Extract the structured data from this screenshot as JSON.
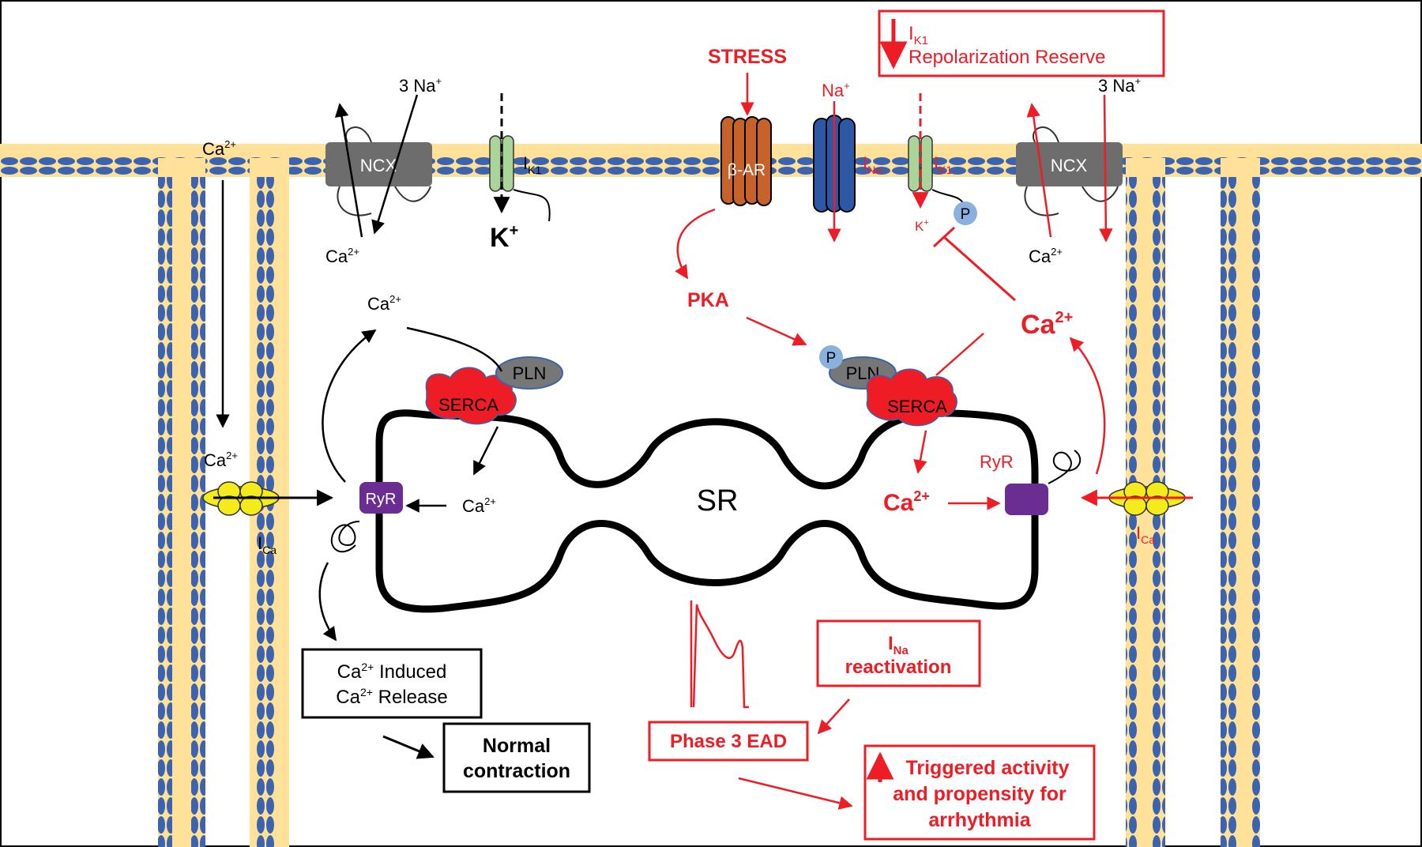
{
  "labels": {
    "ca_top_left": "Ca",
    "three_na_left": "3 Na",
    "ca_ncx_left": "Ca",
    "k_ion": "K",
    "ik1_left": "I",
    "ik1_left_sub": "K1",
    "ncx_left": "NCX",
    "ca_cytosol_left": "Ca",
    "ca_membrane_left": "Ca",
    "ica_left": "I",
    "ica_left_sub": "Ca",
    "ryr_left": "RyR",
    "ca_sr_left": "Ca",
    "pln_left": "PLN",
    "serca_left": "SERCA",
    "sr": "SR",
    "stress": "STRESS",
    "beta_ar": "β-AR",
    "na_plus": "Na",
    "ina": "I",
    "ina_sub": "Na",
    "ik1_right": "I",
    "ik1_right_sub": "K1",
    "k_right": "K",
    "p_channel": "P",
    "ncx_right": "NCX",
    "three_na_right": "3 Na",
    "ca_ncx_right": "Ca",
    "pka": "PKA",
    "p_pln": "P",
    "pln_right": "PLN",
    "serca_right": "SERCA",
    "ca_big_right": "Ca",
    "ca_sr_right": "Ca",
    "ryr_right": "RyR",
    "ica_right": "I",
    "ica_right_sub": "Ca",
    "sup_2plus": "2+",
    "sup_plus": "+"
  },
  "boxes": {
    "ik1_box_label": "I",
    "ik1_box_sub": "K1",
    "repolarization": "Repolarization Reserve",
    "cicr_line1_prefix": "Ca",
    "cicr_line1_suffix": " Induced",
    "cicr_line2_prefix": "Ca",
    "cicr_line2_suffix": " Release",
    "normal_line1": "Normal",
    "normal_line2": "contraction",
    "ina_react_label": "I",
    "ina_react_sub": "Na",
    "ina_react_word": "reactivation",
    "phase3": "Phase 3 EAD",
    "triggered_line1": "Triggered activity",
    "triggered_line2": "and propensity for",
    "triggered_line3": "arrhythmia"
  },
  "colors": {
    "red": "#ee1c24",
    "membrane_fill": "#ffe199",
    "membrane_bead": "#3b63b0",
    "ncx": "#6d6d6d",
    "ik1_channel": "#a9d59a",
    "beta_ar": "#c8622b",
    "ina_channel": "#2d58a6",
    "ica_channel": "#f4eb1c",
    "ryr": "#6a2d91",
    "serca": "#ee1c24",
    "pln": "#777777",
    "phospho": "#8ab0df"
  }
}
